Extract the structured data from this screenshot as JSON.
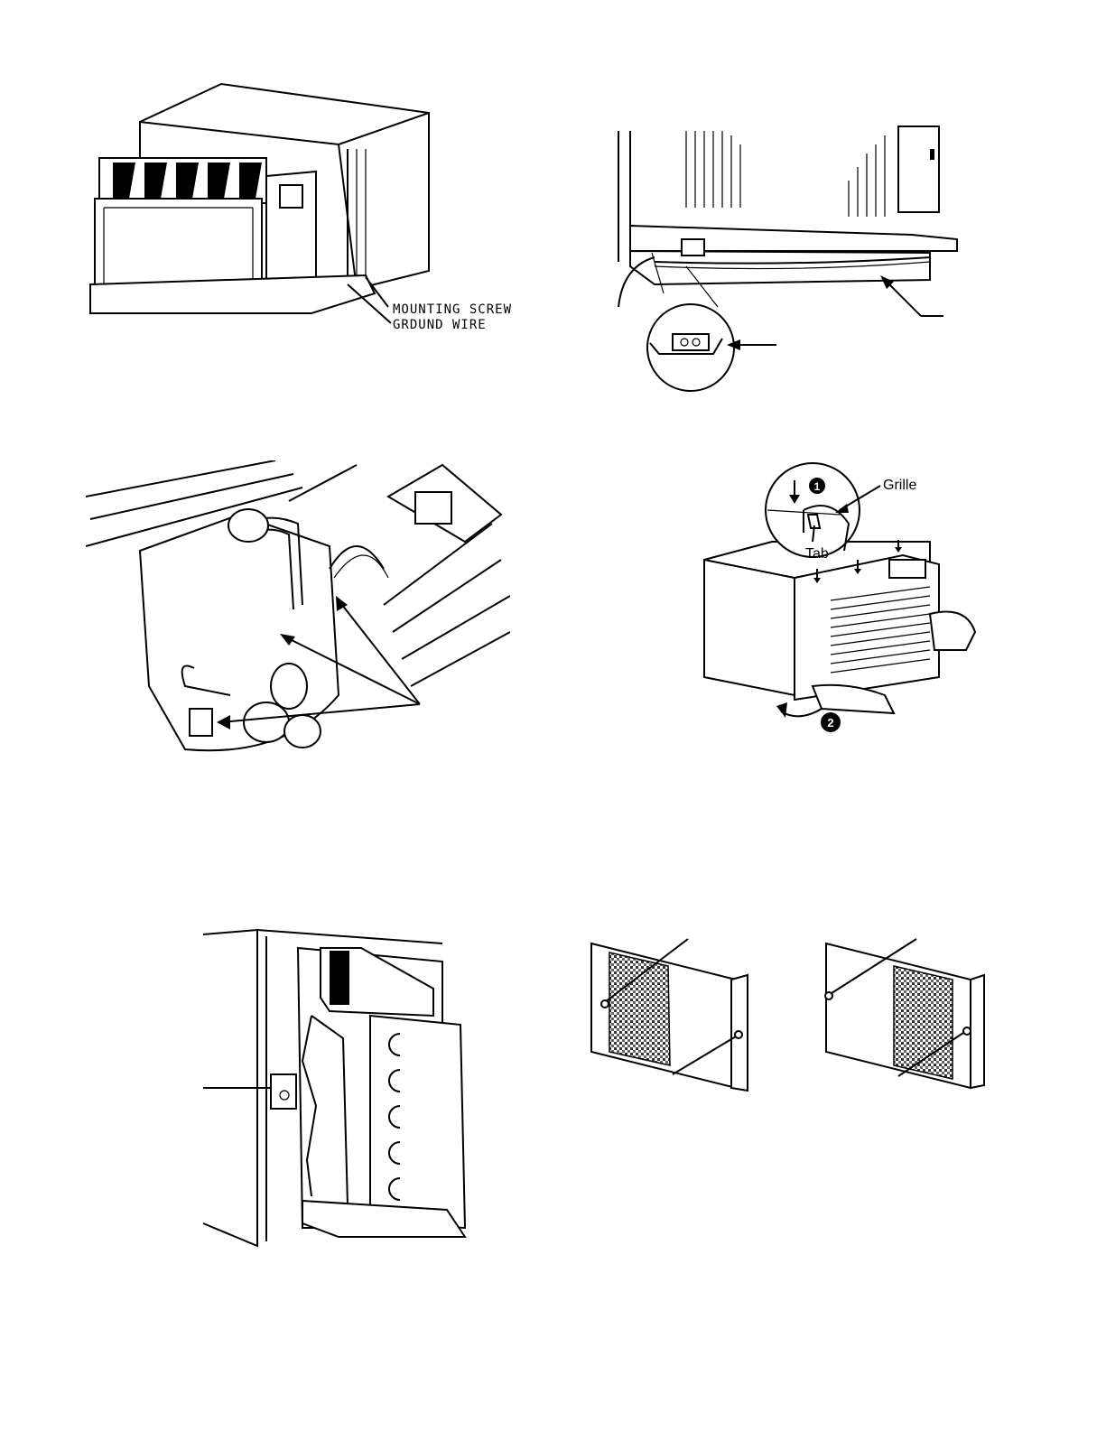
{
  "figures": {
    "unit_interior": {
      "labels": {
        "mounting_screw": "MOUNTING SCREW",
        "ground_wire": "GRDUND WIRE"
      }
    },
    "base_pan": {},
    "compressor": {},
    "grille": {
      "labels": {
        "grille": "Grille",
        "tab": "Tab",
        "step1": "1",
        "step2": "2"
      }
    },
    "side_bracket": {},
    "filter_panels": {}
  }
}
